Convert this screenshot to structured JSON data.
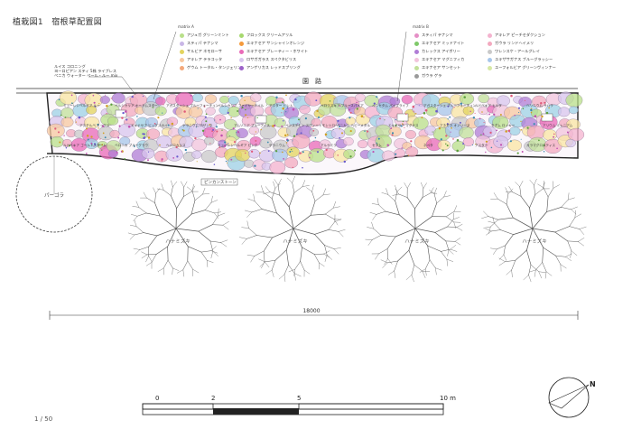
{
  "title": "植栽図1　宿根草配置図",
  "scale_note": "1 / 50",
  "path_label": "園　路",
  "pergola_label": "パーゴラ",
  "border_stone_label": "ピンカンストーン",
  "left_note": [
    "ルイス コロニング",
    "ヨーロピアン スティ 5株 ライブレス",
    "ペニカ ウォーター ペール・ルー mix"
  ],
  "tree_label": "ハナミズキ",
  "dimension": "18000",
  "scale_ticks": [
    "0",
    "2",
    "5",
    "10 m"
  ],
  "north": "N",
  "legend_a": {
    "head": "matrix A",
    "items": [
      {
        "left": "アジュガ グリーンミント",
        "right": "フロックス クリームアリル",
        "lc": "#b9e08a",
        "rc": "#a6d86e"
      },
      {
        "left": "スティパ テナシマ",
        "right": "エキナセア サンシャインオレンジ",
        "lc": "#c9b7e6",
        "rc": "#f59a3c"
      },
      {
        "left": "サルビア ネモローサ",
        "right": "エキナセア ブレーティー・ホワイト",
        "lc": "#e3d45e",
        "rc": "#e96ab8"
      },
      {
        "left": "アキレア テラコッタ",
        "right": "ロサガガラス スペクタビリス",
        "lc": "#f7c8a0",
        "rc": "#d8c6ee"
      },
      {
        "left": "ゲウム トータル・タンジェリン",
        "right": "アンゲリカス レッドスプリング",
        "lc": "#f4a87a",
        "rc": "#9c62c9"
      }
    ]
  },
  "legend_b": {
    "head": "matrix B",
    "items": [
      {
        "left": "スティパ テナシマ",
        "right": "アキレア ピーチセダクション",
        "lc": "#e58fc6",
        "rc": "#f4b3cf"
      },
      {
        "left": "エキナセア ミッドナイト",
        "right": "ガウラ リンドヘイメリ",
        "lc": "#7fc96a",
        "rc": "#f3a9bf"
      },
      {
        "left": "カレックス アイボリー",
        "right": "ワレンスケ・アールグレイ",
        "lc": "#b07dd6",
        "rc": "#c9c9c9"
      },
      {
        "left": "エキナセア マグニフィカ",
        "right": "ユキザサガナス ブルーグラッシー",
        "lc": "#f2c4dc",
        "rc": "#a7c6ea"
      },
      {
        "left": "エキナセア サンセット",
        "right": "ユーフォルビア グリーンヴィンナー",
        "lc": "#c2e09a",
        "rc": "#d6e8a5"
      },
      {
        "left": "ガウラ ゲラ",
        "right": "",
        "lc": "#9a9a9a",
        "rc": ""
      }
    ]
  },
  "plant_labels": [
    "ミューレンベルギア ルー",
    "ペルシカリア オーラムスター",
    "アガスターシェ ブルーフォーチュン",
    "ペルシカリア ファイヤーテイル",
    "アスター ヒント",
    "ペロフスキア ブルースパイア",
    "ペニセタム パイプライフ",
    "アガスターシェ ブルーフォーチュン",
    "ルドベキア ヒルタ",
    "ヘリニウム サハラ",
    "アスチルベ ミックス",
    "エキナセア ビッグスカイ",
    "ゲラニウム ロザンネ",
    "アムソニア ブルーアイス",
    "ペンステモン スウィートモントロー",
    "パニカム ヘビーメタル",
    "エキナセア マグナス",
    "アネモネ オノリーヌ",
    "セダム ロッキー",
    "アリウム ミレニアム",
    "ルドベキア ゴールドスターム",
    "ベロニカ ブルーグラウ",
    "ヘメロカリス",
    "ミューレンベルギア ピンク",
    "ゲラニウム",
    "アルケミラ",
    "セダム",
    "ネペタ",
    "アスター",
    "カラマグロスティス"
  ]
}
